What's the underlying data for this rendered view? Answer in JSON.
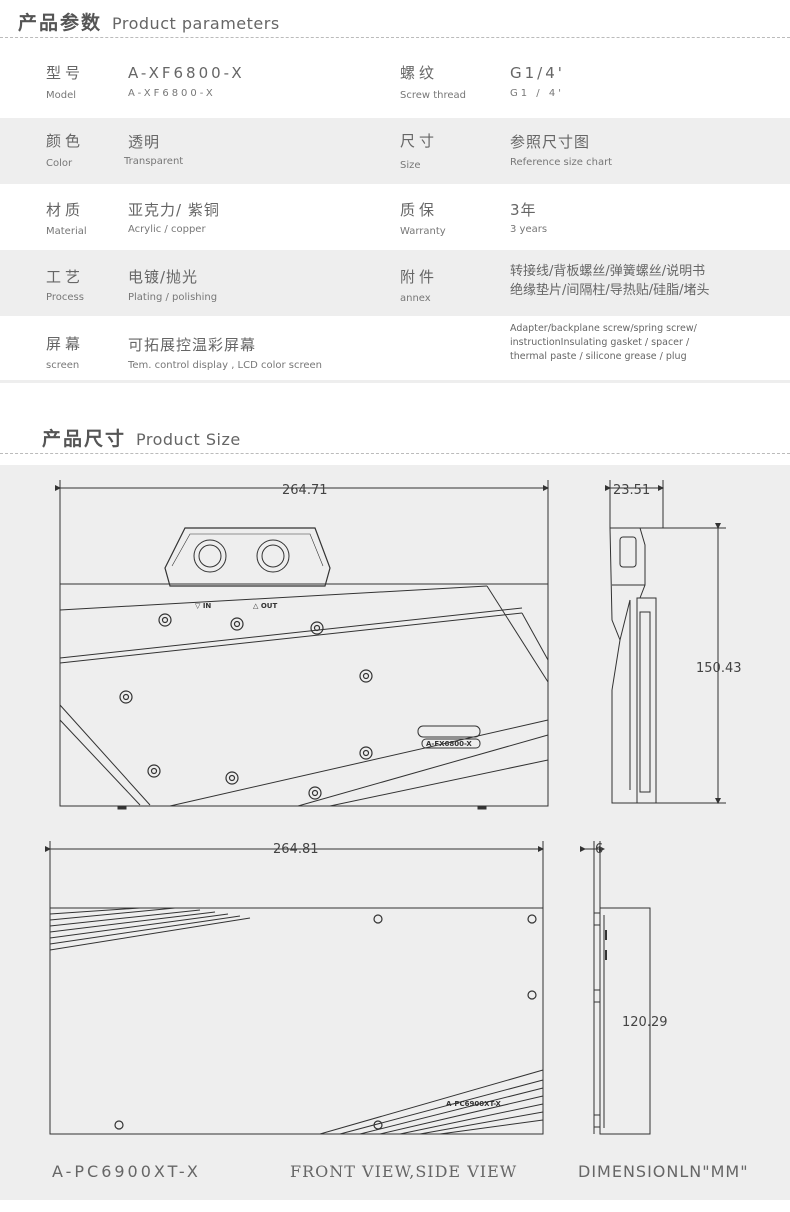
{
  "section1": {
    "title_cn": "产品参数",
    "title_en": "Product parameters"
  },
  "params": [
    {
      "l_cn": "型号",
      "l_en": "Model",
      "l_val": "A-XF6800-X",
      "l_val_en": "A-XF6800-X",
      "r_cn": "螺纹",
      "r_en": "Screw thread",
      "r_val": "G1/4'",
      "r_val_en": "G1 / 4'"
    },
    {
      "l_cn": "颜色",
      "l_en": "Color",
      "l_val": "透明",
      "l_val_en": "Transparent",
      "r_cn": "尺寸",
      "r_en": "Size",
      "r_val": "参照尺寸图",
      "r_val_en": "Reference size chart"
    },
    {
      "l_cn": "材质",
      "l_en": "Material",
      "l_val": "亚克力/ 紫铜",
      "l_val_en": "Acrylic / copper",
      "r_cn": "质保",
      "r_en": "Warranty",
      "r_val": "3年",
      "r_val_en": "3 years"
    },
    {
      "l_cn": "工艺",
      "l_en": "Process",
      "l_val": "电镀/抛光",
      "l_val_en": "Plating / polishing",
      "r_cn": "附件",
      "r_en": "annex",
      "r_val_line1": "转接线/背板螺丝/弹簧螺丝/说明书",
      "r_val_line2": "绝缘垫片/间隔柱/导热贴/硅脂/堵头"
    },
    {
      "l_cn": "屏幕",
      "l_en": "screen",
      "l_val": "可拓展控温彩屏幕",
      "l_val_en": "Tem. control display , LCD color screen",
      "r_small1": "Adapter/backplane screw/spring screw/",
      "r_small2": "instructionInsulating gasket / spacer /",
      "r_small3": "thermal paste / silicone grease / plug"
    }
  ],
  "section2": {
    "title_cn": "产品尺寸",
    "title_en": "Product Size"
  },
  "drawing": {
    "front_top_width": "264.71",
    "side_top_depth": "23.51",
    "side_top_height": "150.43",
    "front_bottom_width": "264.81",
    "side_bottom_depth": "6",
    "side_bottom_height": "120.29",
    "label_in": "IN",
    "label_out": "OUT",
    "plate_model": "A-FX6800-X",
    "plate_model_bottom": "A-PC6900XT-X"
  },
  "captions": {
    "left": "A-PC6900XT-X",
    "center": "FRONT VIEW,SIDE VIEW",
    "right": "DIMENSIONLN\"MM\""
  }
}
